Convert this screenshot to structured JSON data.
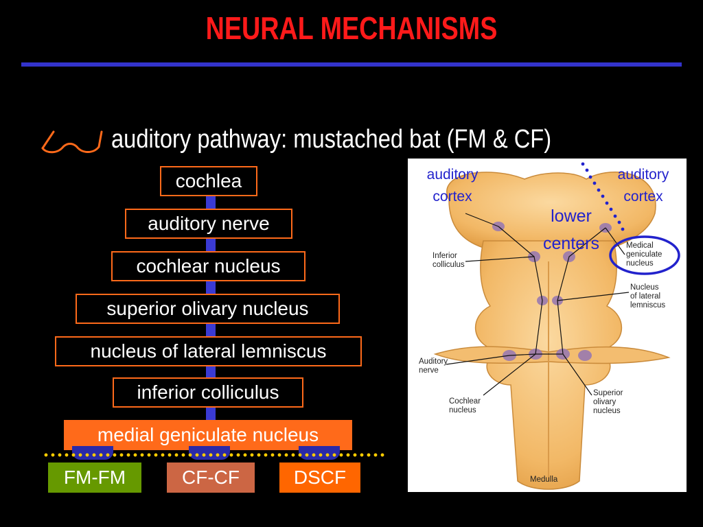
{
  "slide": {
    "title": "NEURAL MECHANISMS",
    "bullet_text": "auditory pathway: mustached bat (FM & CF)",
    "bullet_icon": "spectacles-icon"
  },
  "pathway": {
    "stages": [
      "cochlea",
      "auditory nerve",
      "cochlear nucleus",
      "superior olivary nucleus",
      "nucleus of lateral lemniscus",
      "inferior colliculus",
      "medial geniculate nucleus"
    ],
    "outputs": [
      {
        "label": "FM-FM",
        "color": "#669900"
      },
      {
        "label": "CF-CF",
        "color": "#cc6644"
      },
      {
        "label": "DSCF",
        "color": "#ff6600"
      }
    ]
  },
  "figure": {
    "overlay_labels": {
      "cortex_left": "auditory\ncortex",
      "lower_centers": "lower\ncenters",
      "cortex_right": "auditory\ncortex"
    },
    "anatomy_labels": {
      "inferior_colliculus": "Inferior\ncolliculus",
      "medical_geniculate": "Medical\ngeniculate\nnucleus",
      "lateral_lemniscus": "Nucleus\nof lateral\nlemniscus",
      "auditory_nerve": "Auditory\nnerve",
      "superior_olivary": "Superior\nolivary\nnucleus",
      "cochlear_nucleus": "Cochlear\nnucleus",
      "medulla": "Medulla"
    }
  },
  "colors": {
    "title": "#ff1a1a",
    "rule": "#3333cc",
    "stage_border": "#ff6a1a",
    "overlay_blue": "#2222cc",
    "tissue": "#f5c27a"
  }
}
